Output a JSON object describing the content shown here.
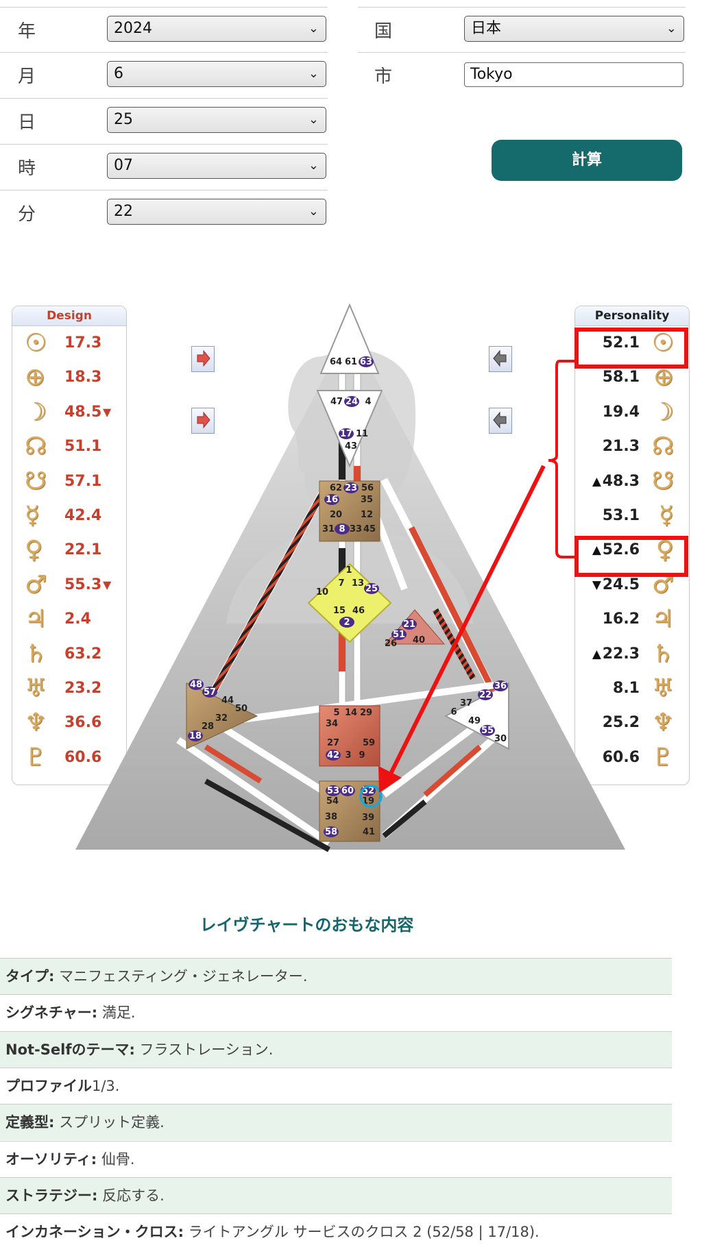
{
  "form": {
    "year": {
      "label": "年",
      "value": "2024"
    },
    "month": {
      "label": "月",
      "value": "6"
    },
    "day": {
      "label": "日",
      "value": "25"
    },
    "hour": {
      "label": "時",
      "value": "07"
    },
    "minute": {
      "label": "分",
      "value": "22"
    },
    "country": {
      "label": "国",
      "value": "日本"
    },
    "city": {
      "label": "市",
      "value": "Tokyo"
    },
    "calc_label": "計算"
  },
  "design": {
    "title": "Design",
    "rows": [
      {
        "sym": "sun",
        "value": "17.3",
        "mark": ""
      },
      {
        "sym": "earth",
        "value": "18.3",
        "mark": ""
      },
      {
        "sym": "moon",
        "value": "48.5",
        "mark": "▼"
      },
      {
        "sym": "north-node",
        "value": "51.1",
        "mark": ""
      },
      {
        "sym": "south-node",
        "value": "57.1",
        "mark": ""
      },
      {
        "sym": "mercury",
        "value": "42.4",
        "mark": ""
      },
      {
        "sym": "venus",
        "value": "22.1",
        "mark": ""
      },
      {
        "sym": "mars",
        "value": "55.3",
        "mark": "▼"
      },
      {
        "sym": "jupiter",
        "value": "2.4",
        "mark": ""
      },
      {
        "sym": "saturn",
        "value": "63.2",
        "mark": ""
      },
      {
        "sym": "uranus",
        "value": "23.2",
        "mark": ""
      },
      {
        "sym": "neptune",
        "value": "36.6",
        "mark": ""
      },
      {
        "sym": "pluto",
        "value": "60.6",
        "mark": ""
      }
    ]
  },
  "personality": {
    "title": "Personality",
    "rows": [
      {
        "sym": "sun",
        "value": "52.1",
        "mark": ""
      },
      {
        "sym": "earth",
        "value": "58.1",
        "mark": ""
      },
      {
        "sym": "moon",
        "value": "19.4",
        "mark": ""
      },
      {
        "sym": "north-node",
        "value": "21.3",
        "mark": ""
      },
      {
        "sym": "south-node",
        "value": "48.3",
        "mark": "▲"
      },
      {
        "sym": "mercury",
        "value": "53.1",
        "mark": ""
      },
      {
        "sym": "venus",
        "value": "52.6",
        "mark": "▲"
      },
      {
        "sym": "mars",
        "value": "24.5",
        "mark": "▼"
      },
      {
        "sym": "jupiter",
        "value": "16.2",
        "mark": ""
      },
      {
        "sym": "saturn",
        "value": "22.3",
        "mark": "▲"
      },
      {
        "sym": "uranus",
        "value": "8.1",
        "mark": ""
      },
      {
        "sym": "neptune",
        "value": "25.2",
        "mark": ""
      },
      {
        "sym": "pluto",
        "value": "60.6",
        "mark": ""
      }
    ]
  },
  "symbols": {
    "sun": "☉",
    "earth": "⊕",
    "moon": "☽",
    "north-node": "☊",
    "south-node": "☋",
    "mercury": "☿",
    "venus": "♀",
    "mars": "♂",
    "jupiter": "♃",
    "saturn": "♄",
    "uranus": "♅",
    "neptune": "♆",
    "pluto": "♇"
  },
  "bodygraph": {
    "head_gates": [
      "64",
      "61",
      "63"
    ],
    "ajna_gates": [
      "47",
      "24",
      "4",
      "17",
      "11",
      "43"
    ],
    "throat_gates": [
      "62",
      "23",
      "56",
      "16",
      "35",
      "20",
      "12",
      "31",
      "8",
      "33",
      "45"
    ],
    "g_gates": [
      "1",
      "7",
      "13",
      "10",
      "25",
      "15",
      "46",
      "2"
    ],
    "ego_gates": [
      "21",
      "51",
      "26",
      "40"
    ],
    "spleen_gates": [
      "48",
      "57",
      "44",
      "50",
      "32",
      "28",
      "18"
    ],
    "solar_gates": [
      "36",
      "22",
      "37",
      "6",
      "49",
      "55",
      "30"
    ],
    "sacral_gates": [
      "5",
      "14",
      "29",
      "34",
      "27",
      "59",
      "42",
      "3",
      "9"
    ],
    "root_gates": [
      "53",
      "60",
      "52",
      "54",
      "19",
      "38",
      "39",
      "58",
      "41"
    ]
  },
  "info": {
    "title": "レイヴチャートのおもな内容",
    "rows": [
      {
        "key": "タイプ:",
        "value": " マニフェスティング・ジェネレーター."
      },
      {
        "key": "シグネチャー:",
        "value": " 満足."
      },
      {
        "key": "Not-Selfのテーマ:",
        "value": " フラストレーション."
      },
      {
        "key": "プロファイル",
        "value": "1/3."
      },
      {
        "key": "定義型:",
        "value": " スプリット定義."
      },
      {
        "key": "オーソリティ:",
        "value": " 仙骨."
      },
      {
        "key": "ストラテジー:",
        "value": " 反応する."
      },
      {
        "key": "インカネーション・クロス:",
        "value": " ライトアングル サービスのクロス 2 (52/58 | 17/18)."
      }
    ]
  }
}
